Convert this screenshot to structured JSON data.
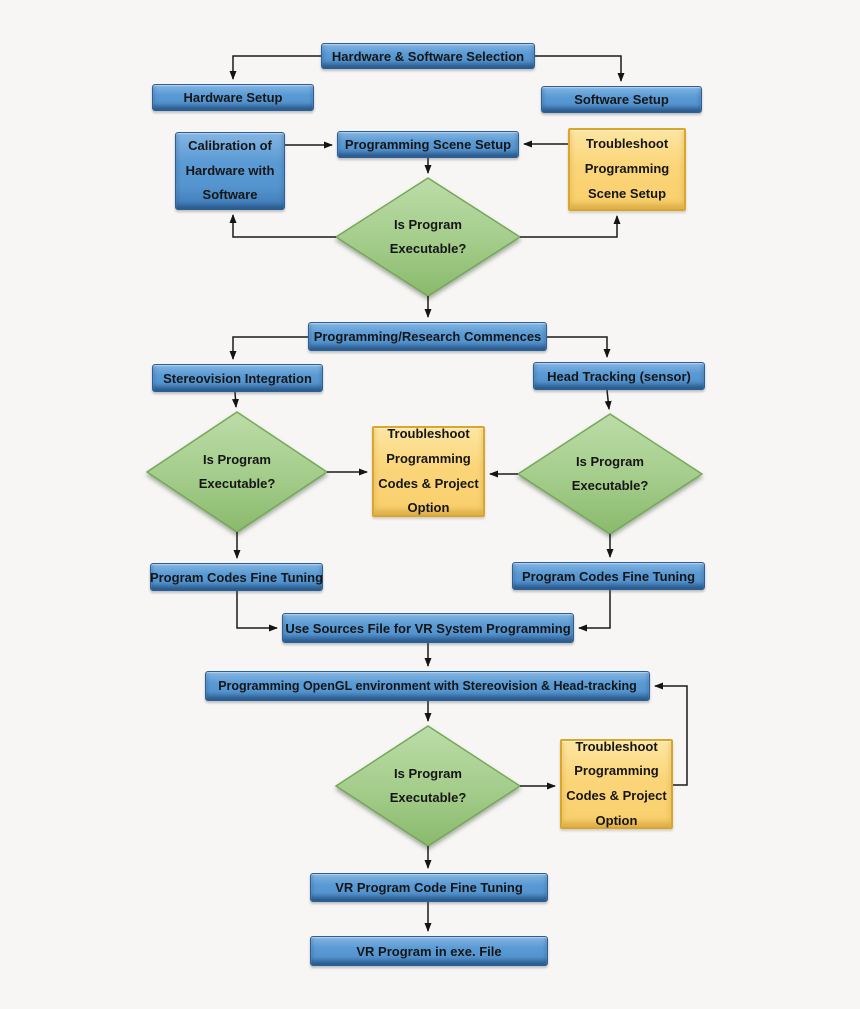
{
  "diagram": {
    "type": "flowchart",
    "nodes": {
      "hw_sw_selection": {
        "label": "Hardware & Software Selection",
        "shape": "process"
      },
      "hardware_setup": {
        "label": "Hardware Setup",
        "shape": "process"
      },
      "software_setup": {
        "label": "Software Setup",
        "shape": "process"
      },
      "calibration": {
        "label": "Calibration of Hardware with Software",
        "shape": "process"
      },
      "prog_scene_setup": {
        "label": "Programming Scene Setup",
        "shape": "process"
      },
      "troubleshoot_scene": {
        "label": "Troubleshoot Programming Scene Setup",
        "shape": "troubleshoot"
      },
      "decision_1": {
        "label": "Is Program Executable?",
        "shape": "decision"
      },
      "prog_research": {
        "label": "Programming/Research Commences",
        "shape": "process"
      },
      "stereovision": {
        "label": "Stereovision Integration",
        "shape": "process"
      },
      "head_tracking": {
        "label": "Head Tracking (sensor)",
        "shape": "process"
      },
      "decision_2": {
        "label": "Is Program Executable?",
        "shape": "decision"
      },
      "troubleshoot_codes_mid": {
        "label": "Troubleshoot Programming Codes & Project Option",
        "shape": "troubleshoot"
      },
      "decision_3": {
        "label": "Is Program Executable?",
        "shape": "decision"
      },
      "prog_codes_left": {
        "label": "Program Codes Fine Tuning",
        "shape": "process"
      },
      "prog_codes_right": {
        "label": "Program Codes Fine Tuning",
        "shape": "process"
      },
      "use_sources": {
        "label": "Use Sources File for VR System Programming",
        "shape": "process"
      },
      "opengl": {
        "label": "Programming OpenGL environment with Stereovision & Head-tracking",
        "shape": "process"
      },
      "decision_4": {
        "label": "Is Program Executable?",
        "shape": "decision"
      },
      "troubleshoot_codes_bottom": {
        "label": "Troubleshoot Programming Codes & Project Option",
        "shape": "troubleshoot"
      },
      "vr_fine_tuning": {
        "label": "VR Program Code Fine Tuning",
        "shape": "process"
      },
      "vr_exe": {
        "label": "VR Program in exe. File",
        "shape": "process"
      }
    },
    "edges": [
      {
        "from": "hw_sw_selection",
        "to": "hardware_setup"
      },
      {
        "from": "hw_sw_selection",
        "to": "software_setup"
      },
      {
        "from": "calibration",
        "to": "prog_scene_setup"
      },
      {
        "from": "troubleshoot_scene",
        "to": "prog_scene_setup"
      },
      {
        "from": "prog_scene_setup",
        "to": "decision_1"
      },
      {
        "from": "decision_1",
        "to": "calibration"
      },
      {
        "from": "decision_1",
        "to": "troubleshoot_scene"
      },
      {
        "from": "decision_1",
        "to": "prog_research"
      },
      {
        "from": "prog_research",
        "to": "stereovision"
      },
      {
        "from": "prog_research",
        "to": "head_tracking"
      },
      {
        "from": "stereovision",
        "to": "decision_2"
      },
      {
        "from": "head_tracking",
        "to": "decision_3"
      },
      {
        "from": "decision_2",
        "to": "troubleshoot_codes_mid"
      },
      {
        "from": "decision_3",
        "to": "troubleshoot_codes_mid"
      },
      {
        "from": "decision_2",
        "to": "prog_codes_left"
      },
      {
        "from": "decision_3",
        "to": "prog_codes_right"
      },
      {
        "from": "prog_codes_left",
        "to": "use_sources"
      },
      {
        "from": "prog_codes_right",
        "to": "use_sources"
      },
      {
        "from": "use_sources",
        "to": "opengl"
      },
      {
        "from": "opengl",
        "to": "decision_4"
      },
      {
        "from": "decision_4",
        "to": "troubleshoot_codes_bottom"
      },
      {
        "from": "troubleshoot_codes_bottom",
        "to": "opengl"
      },
      {
        "from": "decision_4",
        "to": "vr_fine_tuning"
      },
      {
        "from": "vr_fine_tuning",
        "to": "vr_exe"
      }
    ],
    "colors": {
      "background": "#F7F6F4",
      "process_fill": "#5B9BD5",
      "process_border": "#2A5F97",
      "decision_fill": "#A3CC8A",
      "decision_border": "#74A757",
      "troubleshoot_fill": "#FBD579",
      "troubleshoot_border": "#D9A62A",
      "connector": "#1A1A1A",
      "text": "#161616"
    }
  }
}
